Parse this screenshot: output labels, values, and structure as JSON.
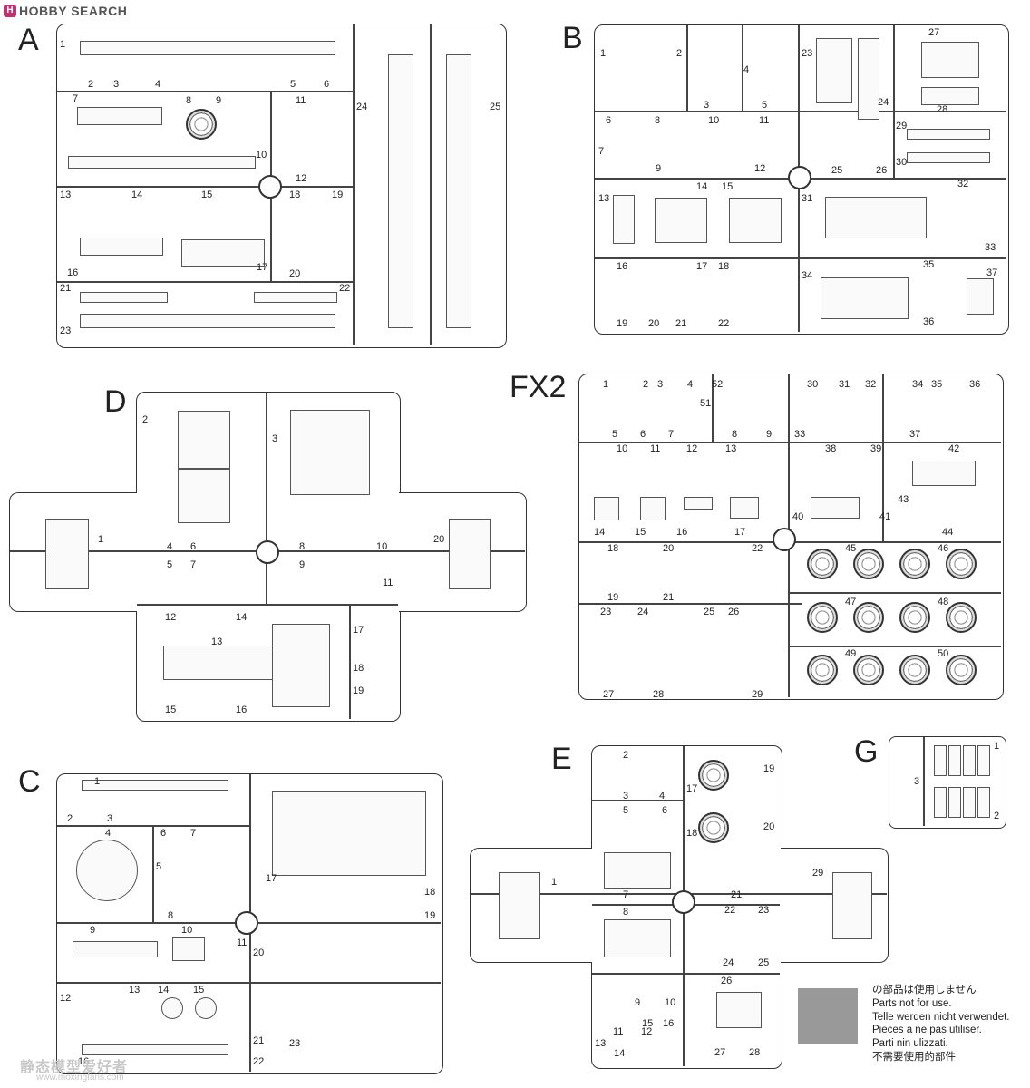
{
  "header": {
    "logo_badge": "H",
    "logo_text": "HOBBY SEARCH"
  },
  "sprues": {
    "A": {
      "letter": "A",
      "numbers": [
        "1",
        "2",
        "3",
        "4",
        "5",
        "6",
        "7",
        "8",
        "9",
        "10",
        "11",
        "12",
        "13",
        "14",
        "15",
        "16",
        "17",
        "18",
        "19",
        "20",
        "21",
        "22",
        "23",
        "24",
        "25"
      ]
    },
    "B": {
      "letter": "B",
      "numbers": [
        "1",
        "2",
        "3",
        "4",
        "5",
        "6",
        "7",
        "8",
        "9",
        "10",
        "11",
        "12",
        "13",
        "14",
        "15",
        "16",
        "17",
        "18",
        "19",
        "20",
        "21",
        "22",
        "23",
        "24",
        "25",
        "26",
        "27",
        "28",
        "29",
        "30",
        "31",
        "32",
        "33",
        "34",
        "35",
        "36",
        "37"
      ]
    },
    "D": {
      "letter": "D",
      "numbers": [
        "1",
        "2",
        "3",
        "4",
        "5",
        "6",
        "7",
        "8",
        "9",
        "10",
        "11",
        "12",
        "13",
        "14",
        "15",
        "16",
        "17",
        "18",
        "19",
        "20"
      ]
    },
    "FX2": {
      "letter": "FX2",
      "numbers": [
        "1",
        "2",
        "3",
        "4",
        "5",
        "6",
        "7",
        "8",
        "9",
        "10",
        "11",
        "12",
        "13",
        "14",
        "15",
        "16",
        "17",
        "18",
        "19",
        "20",
        "21",
        "22",
        "23",
        "24",
        "25",
        "26",
        "27",
        "28",
        "29",
        "30",
        "31",
        "32",
        "33",
        "34",
        "35",
        "36",
        "37",
        "38",
        "39",
        "40",
        "41",
        "42",
        "43",
        "44",
        "45",
        "46",
        "47",
        "48",
        "49",
        "50",
        "51",
        "52"
      ]
    },
    "C": {
      "letter": "C",
      "numbers": [
        "1",
        "2",
        "3",
        "4",
        "5",
        "6",
        "7",
        "8",
        "9",
        "10",
        "11",
        "12",
        "13",
        "14",
        "15",
        "16",
        "17",
        "18",
        "19",
        "20",
        "21",
        "22",
        "23"
      ]
    },
    "E": {
      "letter": "E",
      "numbers": [
        "1",
        "2",
        "3",
        "4",
        "5",
        "6",
        "7",
        "8",
        "9",
        "10",
        "11",
        "12",
        "13",
        "14",
        "15",
        "16",
        "17",
        "18",
        "19",
        "20",
        "21",
        "22",
        "23",
        "24",
        "25",
        "26",
        "27",
        "28",
        "29"
      ]
    },
    "G": {
      "letter": "G",
      "numbers": [
        "1",
        "2",
        "3"
      ]
    }
  },
  "legend": {
    "swatch_color": "#999999",
    "lines": [
      "の部品は使用しません",
      "Parts not for use.",
      "Telle werden nicht verwendet.",
      "Pieces a ne pas utiliser.",
      "Parti nin ulizzati.",
      "不需要使用的部件"
    ]
  },
  "watermark": {
    "text": "静态模型爱好者",
    "url": "www.moxingfans.com"
  }
}
